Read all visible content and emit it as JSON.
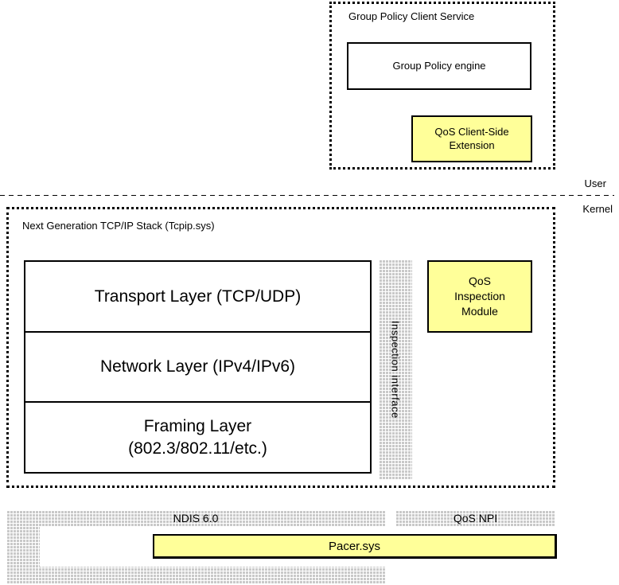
{
  "colors": {
    "box_yellow": "#FFFF99",
    "bar_gray": "#C9C9C9",
    "line_black": "#000000"
  },
  "user_space": {
    "container_title": "Group Policy Client Service",
    "engine_box": "Group Policy engine",
    "qos_cse_box": "QoS Client-Side\nExtension"
  },
  "divider": {
    "user_label": "User",
    "kernel_label": "Kernel"
  },
  "kernel_space": {
    "stack_title": "Next Generation TCP/IP Stack (Tcpip.sys)",
    "layers": [
      {
        "label": "Transport Layer (TCP/UDP)"
      },
      {
        "label": "Network Layer (IPv4/IPv6)"
      },
      {
        "label": "Framing Layer\n(802.3/802.11/etc.)"
      }
    ],
    "inspection_interface_label": "Inspection interface",
    "qos_inspection_module": "QoS\nInspection\nModule"
  },
  "bottom": {
    "ndis_label": "NDIS 6.0",
    "qos_npi_label": "QoS NPI",
    "pacer_label": "Pacer.sys"
  }
}
